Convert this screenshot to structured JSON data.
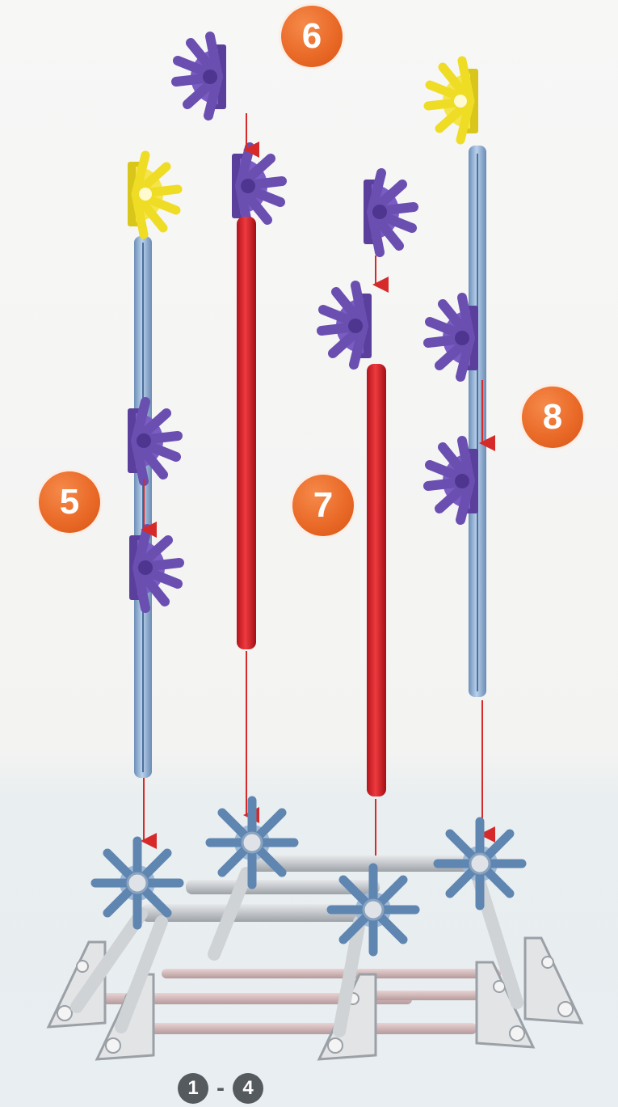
{
  "steps": {
    "step5": "5",
    "step6": "6",
    "step7": "7",
    "step8": "8"
  },
  "range": {
    "start": "1",
    "dash": "-",
    "end": "4"
  },
  "colors": {
    "badge": "#ea6a28",
    "purple_connector": "#6a4fb0",
    "yellow_connector": "#f2e12a",
    "blue_rod": "#9fbde0",
    "red_rod": "#d8232a",
    "blue_connector": "#6f97bf",
    "gray_rod": "#c9ccd0",
    "arrow": "#d62a2a"
  },
  "icons": [
    "purple-connector-icon",
    "yellow-connector-icon",
    "blue-rod-icon",
    "red-rod-icon",
    "base-structure-icon"
  ]
}
